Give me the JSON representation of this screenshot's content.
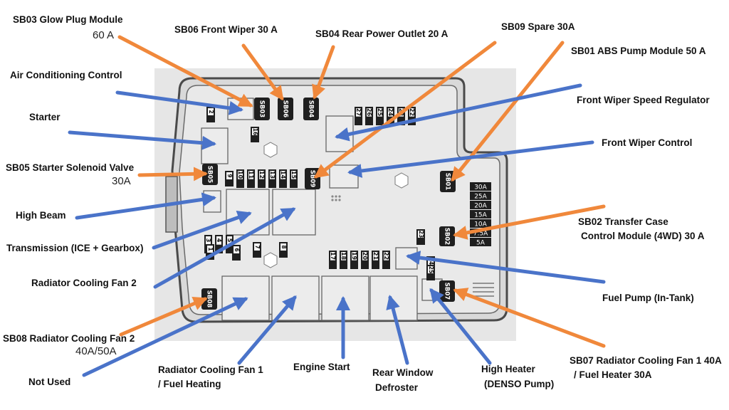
{
  "colors": {
    "small_fuse_arrow": "#f0883b",
    "relay_arrow": "#4a73c9",
    "panel_bg": "#e4e4e4",
    "box_fill": "#ececec",
    "fuse_fill": "#1f1f1f"
  },
  "labels": {
    "sb03_glow_plug": "SB03 Glow Plug Module",
    "sb03_amp": "60 A",
    "sb06_front_wiper": "SB06 Front Wiper 30 A",
    "sb04_rear_outlet": "SB04 Rear Power Outlet 20 A",
    "sb09_spare": "SB09 Spare 30A",
    "sb01_abs": "SB01 ABS Pump Module 50 A",
    "air_conditioning": "Air Conditioning Control",
    "front_wiper_speed": "Front Wiper Speed Regulator",
    "starter": "Starter",
    "front_wiper_control": "Front Wiper Control",
    "sb05_starter_solenoid": "SB05 Starter Solenoid Valve",
    "sb05_amp": "30A",
    "high_beam": "High Beam",
    "sb02_line1": "SB02 Transfer Case",
    "sb02_line2": "Control Module (4WD) 30 A",
    "transmission": "Transmission (ICE + Gearbox)",
    "radiator_fan_2": "Radiator Cooling Fan 2",
    "fuel_pump": "Fuel Pump (In-Tank)",
    "sb08_radiator": "SB08 Radiator Cooling Fan 2",
    "sb08_amp": "40A/50A",
    "not_used": "Not Used",
    "rad_fan1_line1": "Radiator Cooling Fan 1",
    "rad_fan1_line2": "/ Fuel Heating",
    "engine_start": "Engine Start",
    "rear_window_line1": "Rear Window",
    "rear_window_line2": "Defroster",
    "high_heater_line1": "High Heater",
    "high_heater_line2": "(DENSO Pump)",
    "sb07_line1": "SB07 Radiator Cooling Fan 1 40A",
    "sb07_line2": "/ Fuel Heater 30A"
  },
  "fuse_box": {
    "large_fuses": [
      "SB03",
      "SB06",
      "SB04",
      "SB05",
      "SB09",
      "SB01",
      "SB02",
      "SB08",
      "SB07"
    ],
    "top_row_numbers": [
      "27",
      "26",
      "25",
      "24",
      "23",
      "22"
    ],
    "middle_row_numbers": [
      "10",
      "11",
      "12",
      "13",
      "14",
      "15"
    ],
    "bottom_row_numbers": [
      "17",
      "18",
      "19",
      "20",
      "21",
      "22"
    ],
    "left_row_numbers": [
      "3",
      "4",
      "5"
    ],
    "misc_numbers": [
      "2",
      "16",
      "9",
      "6",
      "7",
      "8",
      "23",
      "24",
      "25",
      "1"
    ],
    "amp_ratings": [
      "30A",
      "25A",
      "20A",
      "15A",
      "10A",
      "7.5A",
      "5A"
    ]
  }
}
